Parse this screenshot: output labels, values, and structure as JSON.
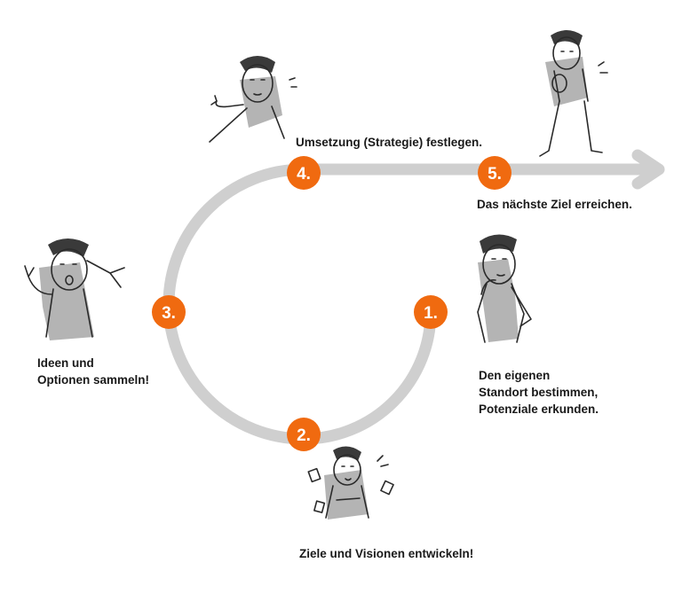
{
  "steps": [
    {
      "number": "1.",
      "lines": [
        "Den eigenen",
        "Standort bestimmen,",
        "Potenziale erkunden."
      ]
    },
    {
      "number": "2.",
      "lines": [
        "Ziele und Visionen entwickeln!"
      ]
    },
    {
      "number": "3.",
      "lines": [
        "Ideen und",
        "Optionen sammeln!"
      ]
    },
    {
      "number": "4.",
      "lines": [
        "Umsetzung (Strategie) festlegen."
      ]
    },
    {
      "number": "5.",
      "lines": [
        "Das nächste Ziel erreichen."
      ]
    }
  ],
  "colors": {
    "path": "#cfcfcf",
    "marker": "#f06a10",
    "marker_text": "#ffffff",
    "text": "#1a1a1a"
  },
  "icons": [
    "thinking-person-icon",
    "stressed-person-icon",
    "brainstorming-person-icon",
    "pointing-person-icon",
    "walking-person-icon"
  ]
}
